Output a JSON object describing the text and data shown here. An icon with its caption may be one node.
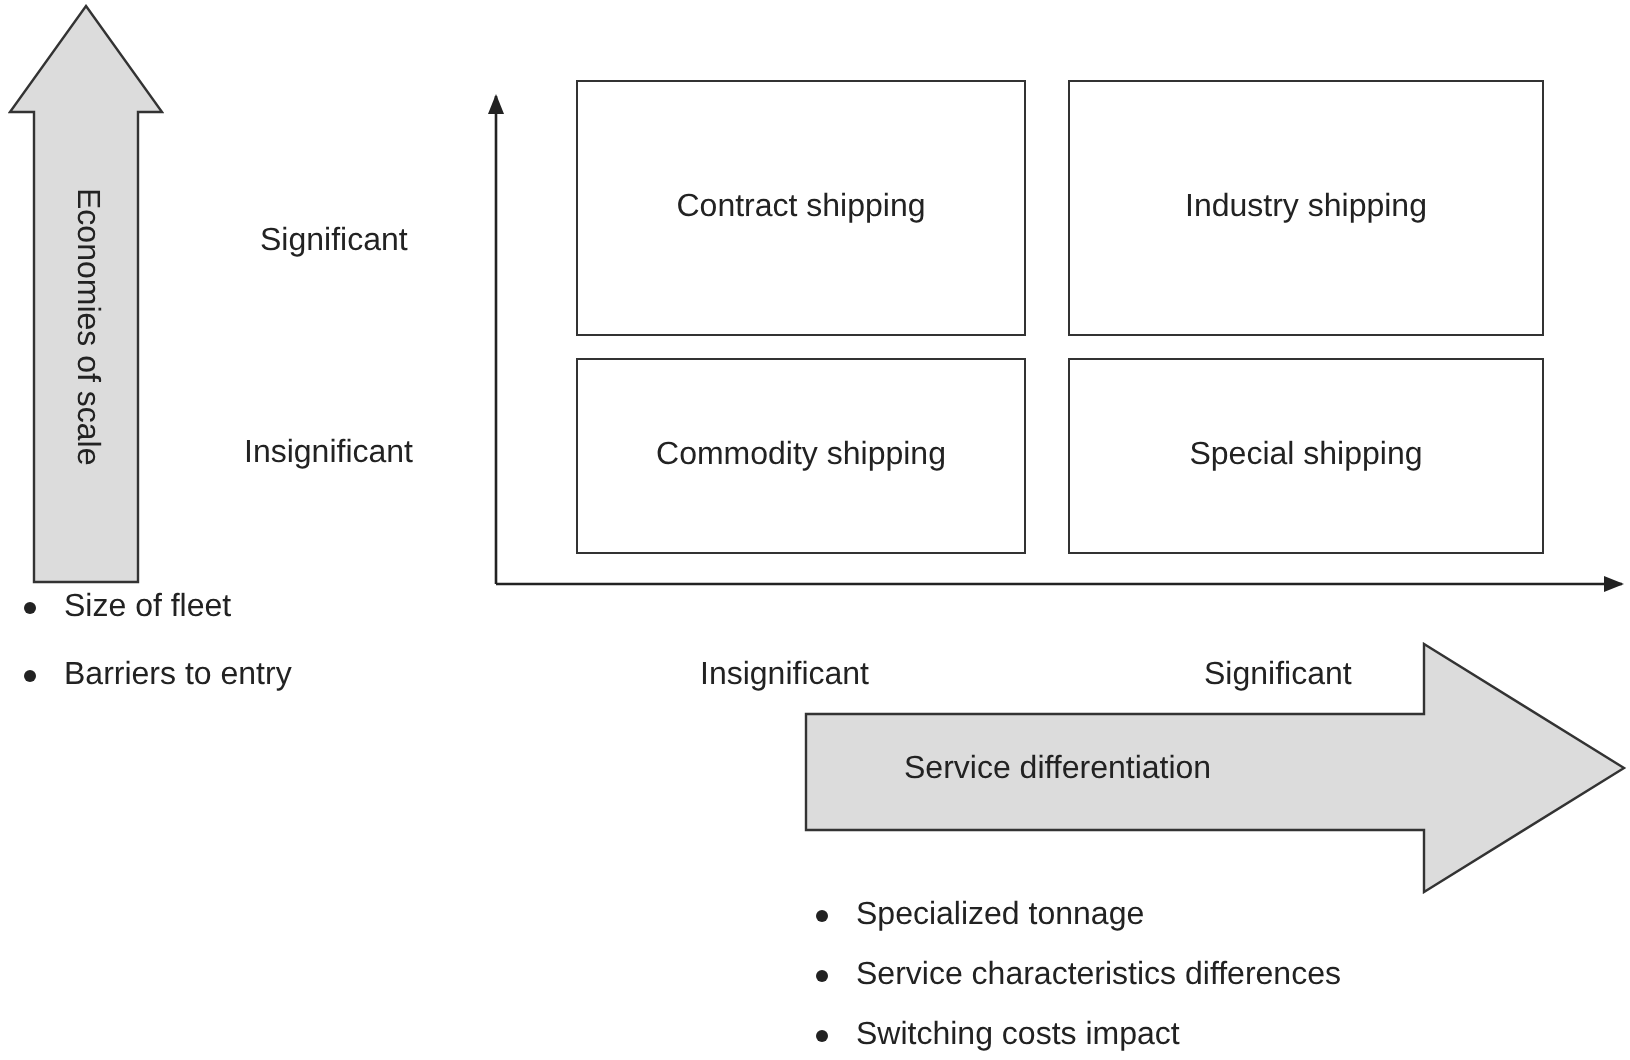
{
  "diagram": {
    "nodes": [
      {
        "text": [
          "Economies of scale"
        ],
        "beside": [
          "Size of fleet",
          "Barriers to entry"
        ]
      },
      {
        "text": [
          "Contract shipping"
        ]
      },
      {
        "text": [
          "Industry shipping"
        ]
      },
      {
        "text": [
          "Commodity shipping"
        ]
      },
      {
        "text": [
          "Special shipping"
        ]
      },
      {
        "text": [
          "Service differentiation"
        ],
        "beside": [
          "Specialized tonnage",
          "Service characteristics differences",
          "Switching costs impact"
        ]
      }
    ],
    "edges": [],
    "labels": [
      "Significant",
      "Insignificant",
      "Insignificant",
      "Significant"
    ]
  }
}
